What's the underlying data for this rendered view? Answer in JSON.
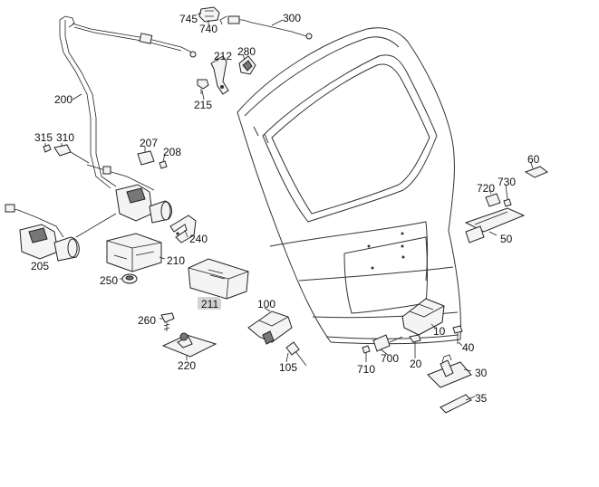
{
  "labels": {
    "p745": "745",
    "p740": "740",
    "p300": "300",
    "p280": "280",
    "p212": "212",
    "p215": "215",
    "p200": "200",
    "p315": "315",
    "p310": "310",
    "p207": "207",
    "p208": "208",
    "p205": "205",
    "p240": "240",
    "p210": "210",
    "p250": "250",
    "p211": "211",
    "p260": "260",
    "p220": "220",
    "p100": "100",
    "p105": "105",
    "p60": "60",
    "p720": "720",
    "p730": "730",
    "p50": "50",
    "p10": "10",
    "p40": "40",
    "p710": "710",
    "p700": "700",
    "p20": "20",
    "p30": "30",
    "p35": "35"
  },
  "highlighted_part": "211"
}
